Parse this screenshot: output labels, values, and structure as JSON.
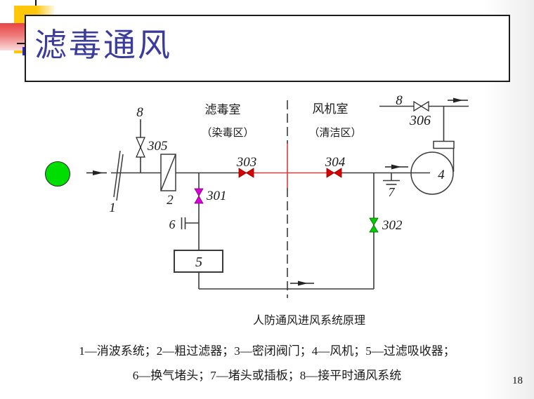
{
  "slide": {
    "title": "滤毒通风",
    "page_number": "18"
  },
  "diagram": {
    "rooms": {
      "filter_room_name": "滤毒室",
      "filter_room_zone": "（染毒区）",
      "fan_room_name": "风机室",
      "fan_room_zone": "（清洁区）"
    },
    "caption": "人防通风进风系统原理",
    "legend_line1": "1—消波系统；2—粗过滤器；3—密闭阀门；4—风机；5—过滤吸收器；",
    "legend_line2": "6—换气堵头；7—堵头或插板；8—接平时通风系统",
    "labels": {
      "c1": "1",
      "c2": "2",
      "c4": "4",
      "c5": "5",
      "c6": "6",
      "c7": "7",
      "c8_left": "8",
      "c8_right": "8",
      "v301": "301",
      "v302": "302",
      "v303": "303",
      "v304": "304",
      "v305": "305",
      "v306": "306"
    },
    "colors": {
      "pipe": "#3a3a3a",
      "contaminated_line": "#e03c3c",
      "sealed_valve_red": "#d80000",
      "valve_301_magenta": "#d800d8",
      "valve_302_green": "#00cc00",
      "green_marker": "#00dd00",
      "title_text": "#3b3b9e"
    }
  }
}
